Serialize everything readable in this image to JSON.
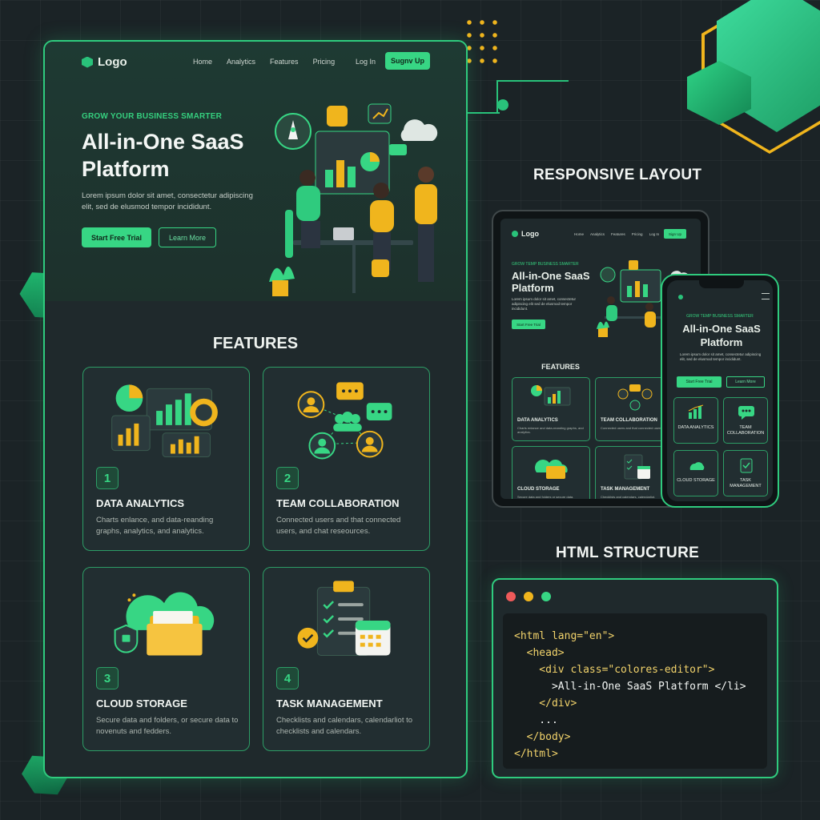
{
  "site": {
    "logo": "Logo",
    "nav": [
      "Home",
      "Analytics",
      "Features",
      "Pricing"
    ],
    "login": "Log In",
    "signup": "Sugnv Up",
    "eyebrow": "GROW YOUR BUSINESS SMARTER",
    "title": "All-in-One SaaS Platform",
    "text": "Lorem ipsum dolor sit amet, consectetur adipiscing elit, sed de elusmod tempor incididunt.",
    "cta_primary": "Start Free Trial",
    "cta_secondary": "Learn More",
    "features_title": "FEATURES",
    "features": [
      {
        "num": "1",
        "title": "DATA ANALYTICS",
        "desc": "Charts enlance, and data-reanding graphs, analytics, and analytics."
      },
      {
        "num": "2",
        "title": "TEAM COLLABORATION",
        "desc": "Connected users and that connected users, and chat reseources."
      },
      {
        "num": "3",
        "title": "CLOUD STORAGE",
        "desc": "Secure data and folders, or secure data to novenuts and fedders."
      },
      {
        "num": "4",
        "title": "TASK MANAGEMENT",
        "desc": "Checklists and calendars, calendarliot to checklists and calendars."
      }
    ]
  },
  "responsive": {
    "label": "RESPONSIVE LAYOUT",
    "tablet": {
      "logo": "Logo",
      "nav": [
        "Home",
        "Analytics",
        "Features",
        "Pricing"
      ],
      "login": "Log In",
      "signup": "Sign Up",
      "eyebrow": "GROW TEMP BUSINESS SMARTER",
      "title": "All-in-One SaaS Platform",
      "text": "Lorem ipsum dolor sit amet, consectetur adipiscing elit sed de elusmod tempor incididunt.",
      "cta": "Start Free Trial",
      "features_title": "FEATURES",
      "cards": [
        {
          "title": "DATA ANALYTICS",
          "desc": "Charts enlance and data-reanding graphs, and analytics."
        },
        {
          "title": "TEAM COLLABORATION",
          "desc": "Connected users and that connected users."
        },
        {
          "title": "CLOUD STORAGE",
          "desc": "Secure data and folders or secure data."
        },
        {
          "title": "TASK MANAGEMENT",
          "desc": "Checklists and calendars, calendarliot."
        }
      ]
    },
    "phone": {
      "eyebrow": "GROW TEMP BUSINESS SMARTER",
      "title": "All-in-One SaaS Platform",
      "text": "Lorem ipsum dolor sit amet, consectetur adipiscing elit, sed de elusmod tempor incididunt.",
      "cta_primary": "Start Free Trial",
      "cta_secondary": "Learn More",
      "cards": [
        "DATA ANALYTICS",
        "TEAM COLLABORATION",
        "CLOUD STORAGE",
        "TASK MANAGEMENT"
      ]
    }
  },
  "html_structure": {
    "label": "HTML STRUCTURE",
    "code": [
      "<html lang=\"en\">",
      "  <head>",
      "    <div class=\"colores-editor\">",
      "      >All-in-One SaaS Platform </li>",
      "    </div>",
      "    ...",
      "  </body>",
      "</html>"
    ]
  },
  "colors": {
    "accent": "#37d684",
    "panel": "#1f292c",
    "background": "#1b2326",
    "gold": "#f0b51d"
  }
}
